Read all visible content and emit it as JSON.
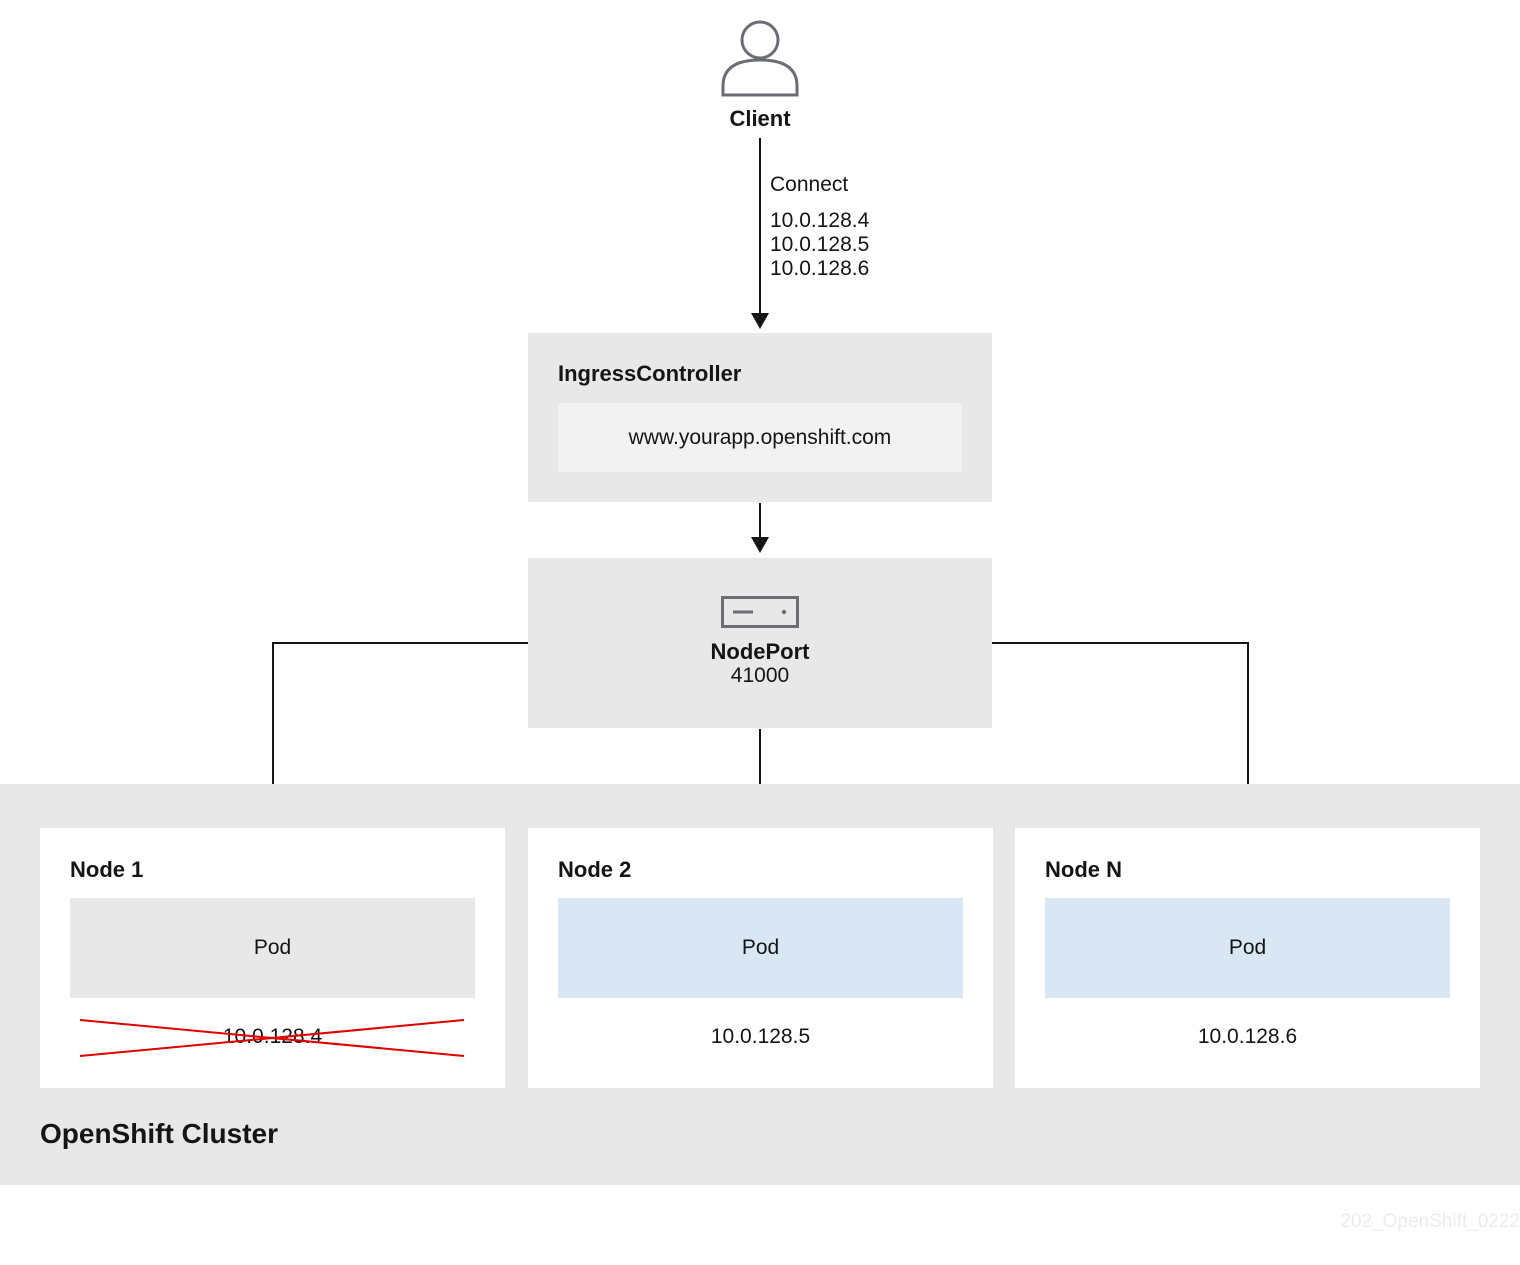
{
  "client": {
    "label": "Client"
  },
  "connection": {
    "label": "Connect",
    "ips": [
      "10.0.128.4",
      "10.0.128.5",
      "10.0.128.6"
    ]
  },
  "ingress": {
    "title": "IngressController",
    "host": "www.yourapp.openshift.com"
  },
  "nodeport": {
    "title": "NodePort",
    "port": "41000"
  },
  "cluster": {
    "title": "OpenShift Cluster",
    "nodes": [
      {
        "title": "Node 1",
        "pod": "Pod",
        "ip": "10.0.128.4",
        "status": "unavailable"
      },
      {
        "title": "Node 2",
        "pod": "Pod",
        "ip": "10.0.128.5",
        "status": "available"
      },
      {
        "title": "Node N",
        "pod": "Pod",
        "ip": "10.0.128.6",
        "status": "available"
      }
    ]
  },
  "colors": {
    "pod_available": "#d9e7f5",
    "pod_unavailable": "#e8e8e8",
    "strike": "#e00000",
    "panel": "#e8e8e8"
  },
  "footer": {
    "figure_id": "202_OpenShift_0222"
  }
}
